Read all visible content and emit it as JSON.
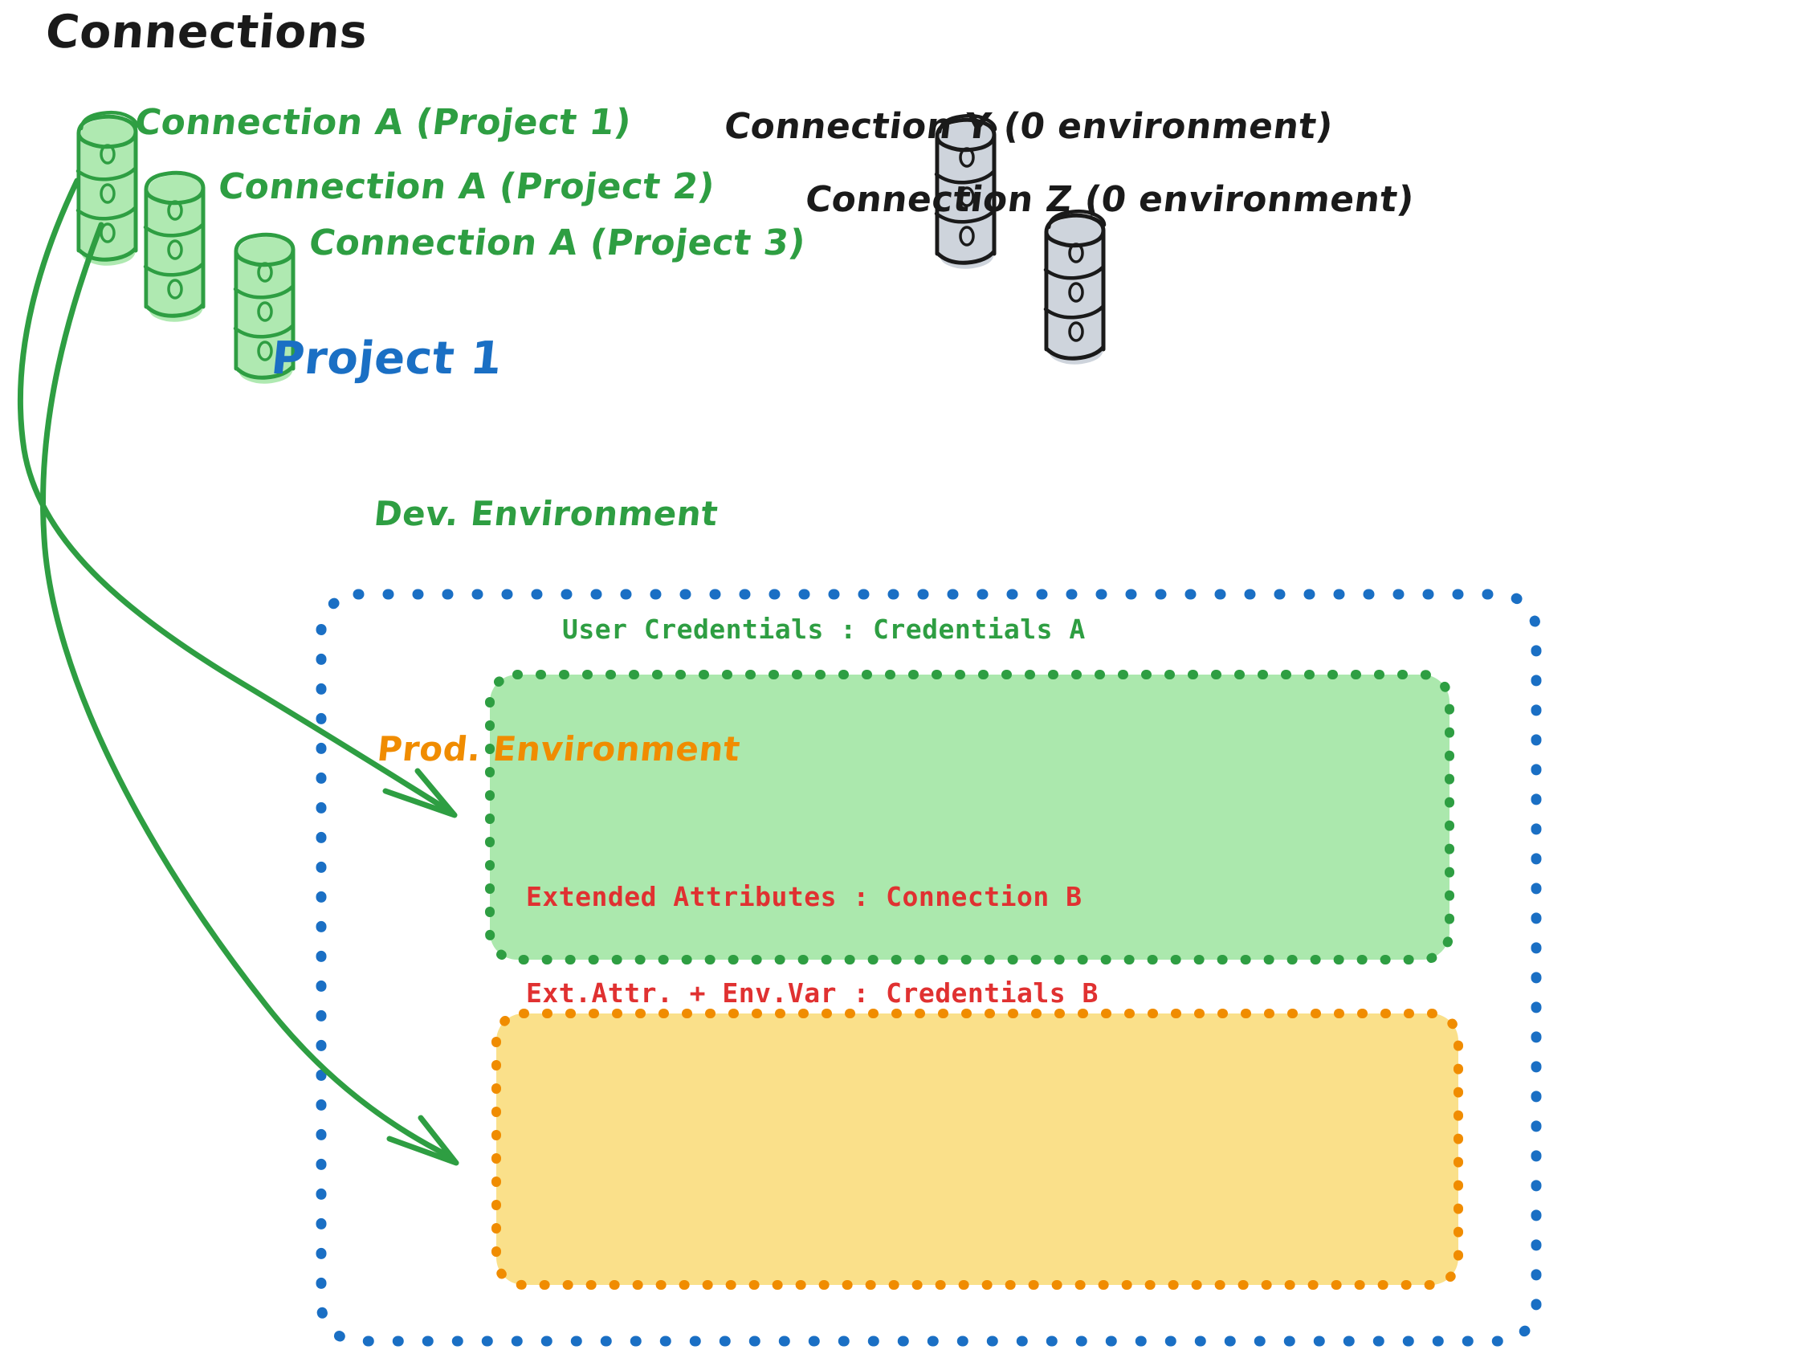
{
  "header": {
    "title": "Connections"
  },
  "connections": [
    {
      "id": "a1",
      "label": "Connection A (Project 1)",
      "color": "#2E9E42",
      "fill": "#ABE8AD",
      "icon": "database-icon"
    },
    {
      "id": "a2",
      "label": "Connection A (Project 2)",
      "color": "#2E9E42",
      "fill": "#ABE8AD",
      "icon": "database-icon"
    },
    {
      "id": "a3",
      "label": "Connection A (Project 3)",
      "color": "#2E9E42",
      "fill": "#ABE8AD",
      "icon": "database-icon"
    },
    {
      "id": "y",
      "label": "Connection Y (0 environment)",
      "color": "#1a1a1a",
      "fill": "#CDD3DB",
      "icon": "database-icon"
    },
    {
      "id": "z",
      "label": "Connection Z (0 environment)",
      "color": "#1a1a1a",
      "fill": "#CDD3DB",
      "icon": "database-icon"
    }
  ],
  "project": {
    "title": "Project 1",
    "border_color": "#1a6fc4",
    "environments": [
      {
        "id": "dev",
        "title": "Dev. Environment",
        "border_color": "#2E9E42",
        "fill": "#ABE8AD",
        "text_color": "#2E9E42",
        "lines": [
          "User Credentials : Credentials A"
        ]
      },
      {
        "id": "prod",
        "title": "Prod. Environment",
        "border_color": "#F08C00",
        "fill": "#FAE08A",
        "text_color": "#E03131",
        "lines": [
          "Extended Attributes : Connection B",
          "Ext.Attr. + Env.Var : Credentials B"
        ]
      }
    ]
  },
  "arrows": [
    {
      "id": "arrow-to-dev",
      "from": "connection-a1",
      "to": "dev-environment",
      "color": "#2E9E42"
    },
    {
      "id": "arrow-to-prod",
      "from": "connection-a1",
      "to": "prod-environment",
      "color": "#2E9E42"
    }
  ],
  "colors": {
    "green_stroke": "#2E9E42",
    "green_fill": "#ABE8AD",
    "gray_stroke": "#1a1a1a",
    "gray_fill": "#CDD3DB",
    "blue": "#1a6fc4",
    "orange": "#F08C00",
    "yellow_fill": "#FAE08A",
    "red": "#E03131",
    "black": "#1a1a1a"
  }
}
